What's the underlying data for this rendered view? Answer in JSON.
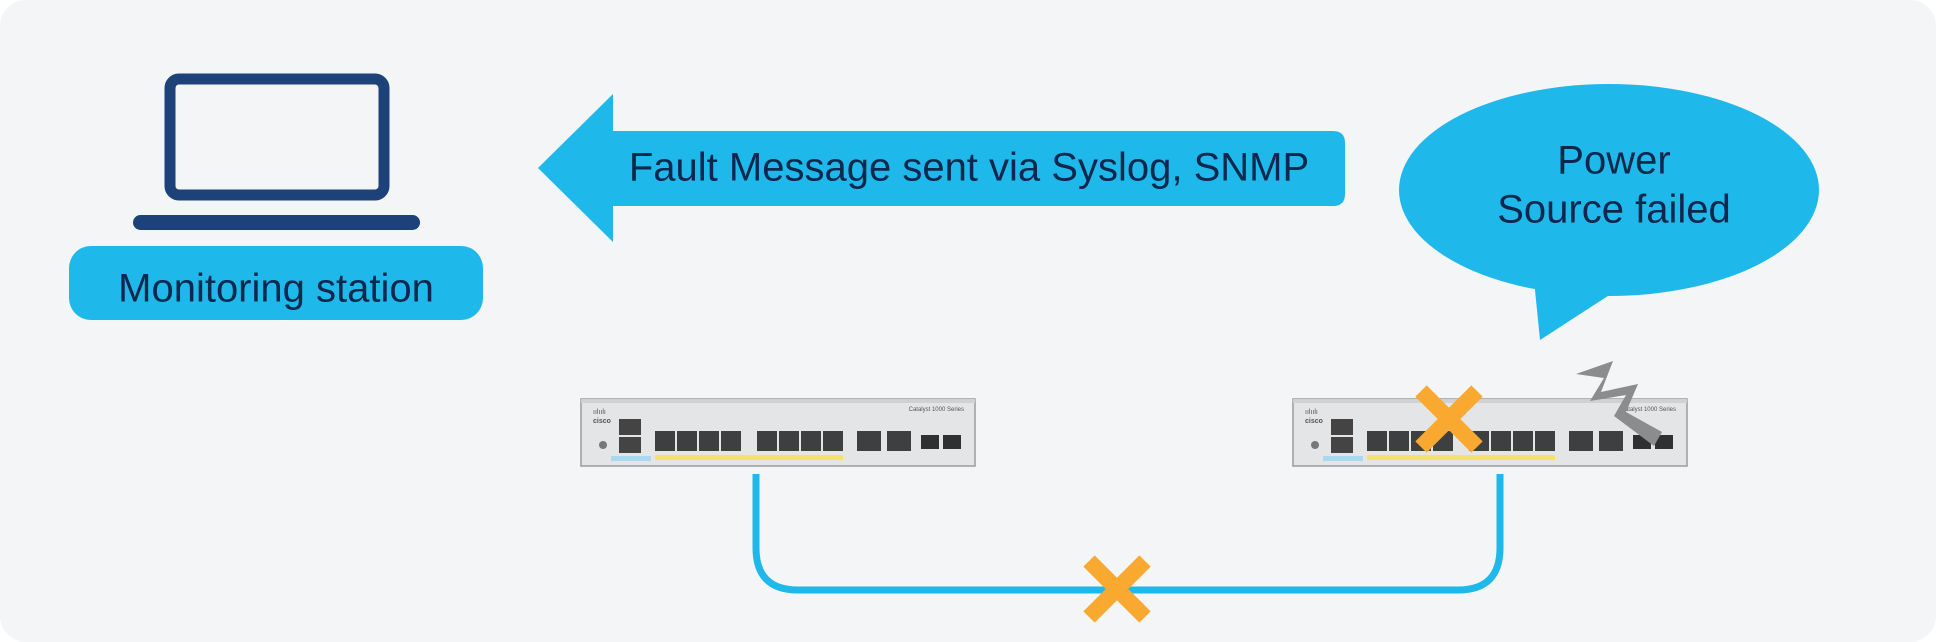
{
  "monitoring_station": {
    "label": "Monitoring station",
    "icon": "laptop-icon"
  },
  "arrow": {
    "label": "Fault Message sent via Syslog, SNMP",
    "icon": "left-arrow-icon"
  },
  "speech_bubble": {
    "line1": "Power",
    "line2": "Source failed"
  },
  "switches": [
    {
      "brand": "cisco",
      "series": "Catalyst 1000 Series"
    },
    {
      "brand": "cisco",
      "series": "Catalyst 1000 Series"
    }
  ],
  "link_failure_icon": "x-mark-icon",
  "port_failure_icon": "x-mark-icon",
  "power_fault_icon": "lightning-bolt-icon",
  "colors": {
    "background": "#f3f5f7",
    "accent": "#1fb8ea",
    "navy": "#1d4179",
    "text": "#0d274d",
    "failure": "#f9a930",
    "bolt": "#8a8c8e"
  }
}
